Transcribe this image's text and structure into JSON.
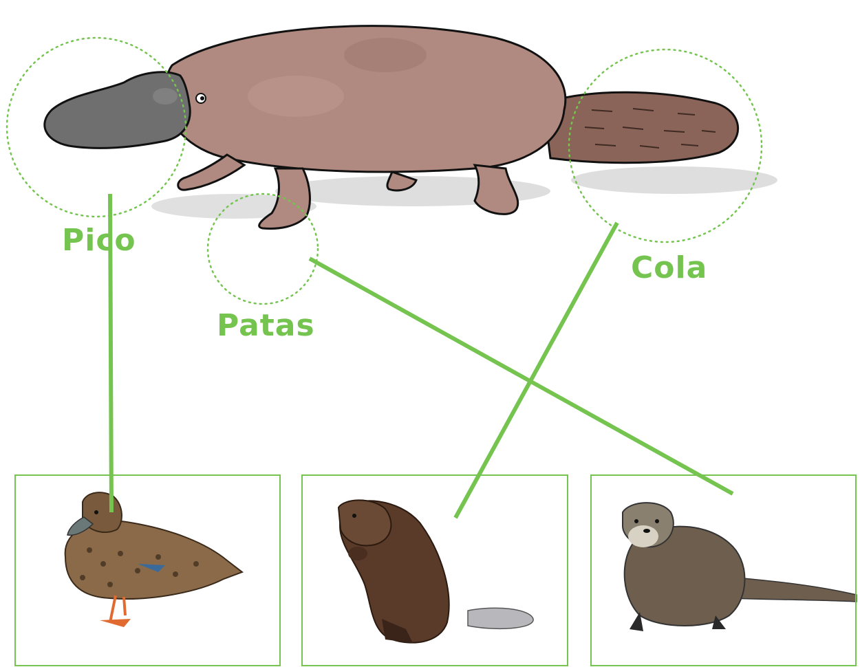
{
  "labels": {
    "beak": "Pico",
    "feet": "Patas",
    "tail": "Cola"
  },
  "colors": {
    "accent": "#74c44f",
    "platypus_body": "#b08a80",
    "platypus_beak": "#6f6f6f",
    "platypus_tail": "#8a6458",
    "duck_body": "#8a6a48",
    "beaver_body": "#5a3a28",
    "otter_body": "#6e5e4e"
  },
  "icons": {
    "main_animal": "platypus-icon",
    "animal_1": "duck-icon",
    "animal_2": "beaver-icon",
    "animal_3": "otter-icon"
  },
  "matches": [
    {
      "part": "beak",
      "animal": "duck"
    },
    {
      "part": "feet",
      "animal": "otter"
    },
    {
      "part": "tail",
      "animal": "beaver"
    }
  ]
}
